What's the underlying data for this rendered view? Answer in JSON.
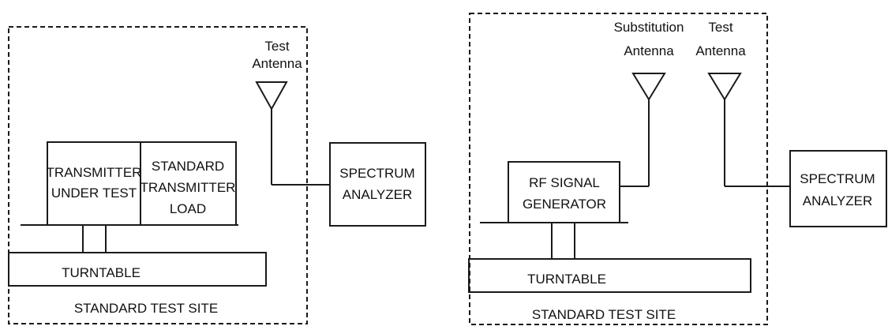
{
  "left_setup": {
    "test_antenna_label": [
      "Test",
      "Antenna"
    ],
    "transmitter_label": [
      "TRANSMITTER",
      "UNDER TEST"
    ],
    "load_label": [
      "STANDARD",
      "TRANSMITTER",
      "LOAD"
    ],
    "analyzer_label": [
      "SPECTRUM",
      "ANALYZER"
    ],
    "turntable_label": "TURNTABLE",
    "site_label": "STANDARD TEST SITE"
  },
  "right_setup": {
    "substitution_antenna_label": [
      "Substitution",
      "Antenna"
    ],
    "test_antenna_label": [
      "Test",
      "Antenna"
    ],
    "generator_label": [
      "RF SIGNAL",
      "GENERATOR"
    ],
    "analyzer_label": [
      "SPECTRUM",
      "ANALYZER"
    ],
    "turntable_label": "TURNTABLE",
    "site_label": "STANDARD TEST SITE"
  },
  "colors": {
    "line": "#1a1a1a",
    "background": "#ffffff"
  }
}
